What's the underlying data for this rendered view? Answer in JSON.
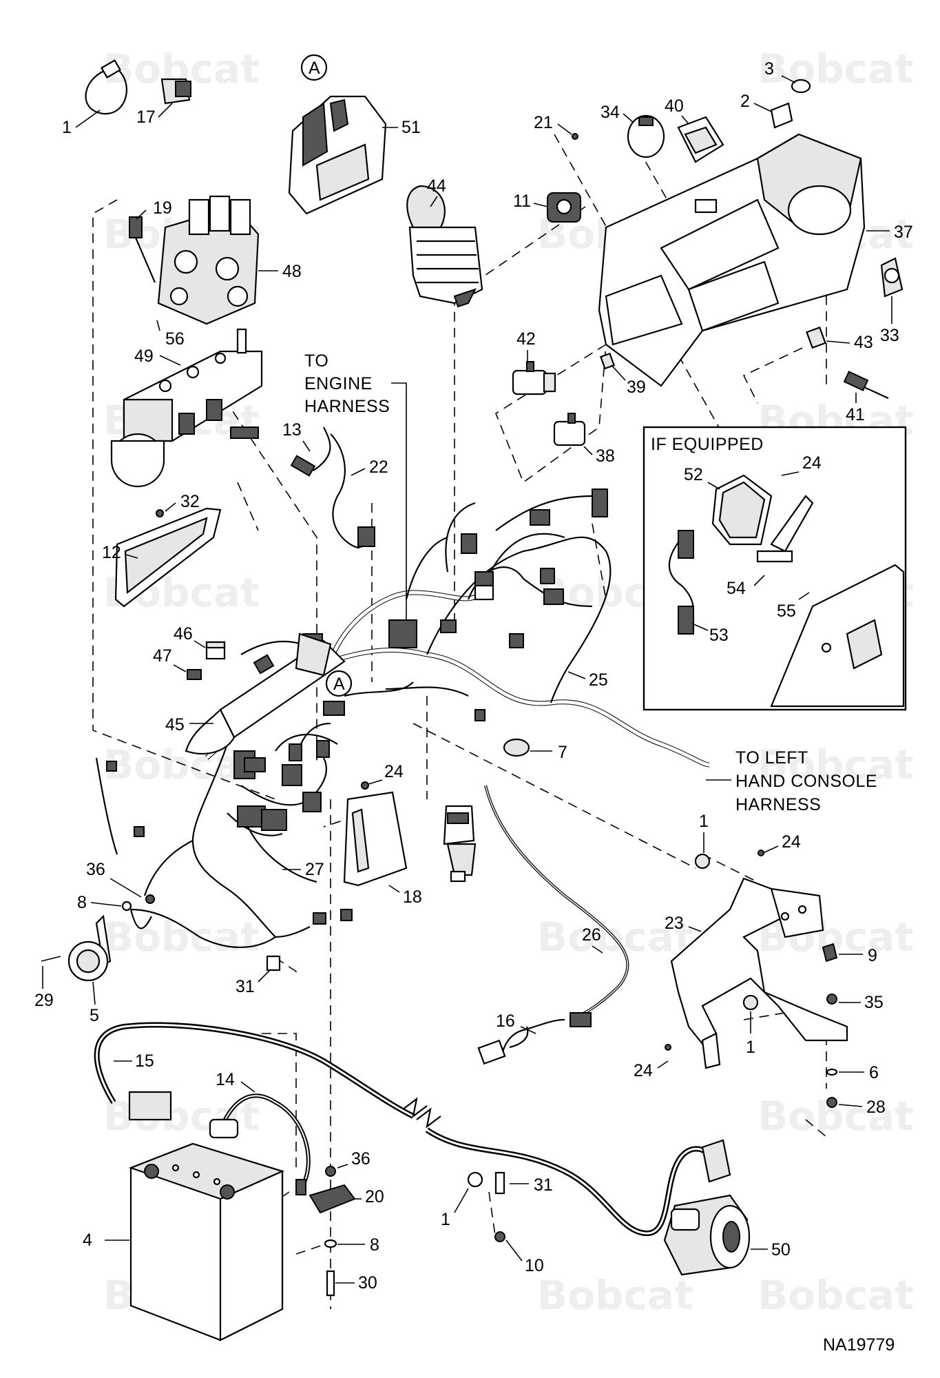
{
  "figure_id": "NA19779",
  "watermark": "Bobcat",
  "notes": {
    "engine_harness": [
      "TO",
      "ENGINE",
      "HARNESS"
    ],
    "left_console": [
      "TO LEFT",
      "HAND CONSOLE",
      "HARNESS"
    ],
    "if_equipped": "IF EQUIPPED",
    "ref_a": "A"
  },
  "callouts": [
    {
      "id": "c1a",
      "text": "1"
    },
    {
      "id": "c17",
      "text": "17"
    },
    {
      "id": "c51",
      "text": "51"
    },
    {
      "id": "c3",
      "text": "3"
    },
    {
      "id": "c2",
      "text": "2"
    },
    {
      "id": "c21",
      "text": "21"
    },
    {
      "id": "c34",
      "text": "34"
    },
    {
      "id": "c40",
      "text": "40"
    },
    {
      "id": "c44",
      "text": "44"
    },
    {
      "id": "c11",
      "text": "11"
    },
    {
      "id": "c37",
      "text": "37"
    },
    {
      "id": "c33",
      "text": "33"
    },
    {
      "id": "c19",
      "text": "19"
    },
    {
      "id": "c48",
      "text": "48"
    },
    {
      "id": "c56",
      "text": "56"
    },
    {
      "id": "c49",
      "text": "49"
    },
    {
      "id": "c42",
      "text": "42"
    },
    {
      "id": "c43",
      "text": "43"
    },
    {
      "id": "c39",
      "text": "39"
    },
    {
      "id": "c41",
      "text": "41"
    },
    {
      "id": "c13",
      "text": "13"
    },
    {
      "id": "c22",
      "text": "22"
    },
    {
      "id": "c38",
      "text": "38"
    },
    {
      "id": "c32",
      "text": "32"
    },
    {
      "id": "c12",
      "text": "12"
    },
    {
      "id": "c52",
      "text": "52"
    },
    {
      "id": "c24a",
      "text": "24"
    },
    {
      "id": "c54",
      "text": "54"
    },
    {
      "id": "c55",
      "text": "55"
    },
    {
      "id": "c53",
      "text": "53"
    },
    {
      "id": "c46",
      "text": "46"
    },
    {
      "id": "c47",
      "text": "47"
    },
    {
      "id": "c25",
      "text": "25"
    },
    {
      "id": "c45",
      "text": "45"
    },
    {
      "id": "c7",
      "text": "7"
    },
    {
      "id": "c24b",
      "text": "24"
    },
    {
      "id": "c1b",
      "text": "1"
    },
    {
      "id": "c24c",
      "text": "24"
    },
    {
      "id": "c27",
      "text": "27"
    },
    {
      "id": "c18",
      "text": "18"
    },
    {
      "id": "c36a",
      "text": "36"
    },
    {
      "id": "c8a",
      "text": "8"
    },
    {
      "id": "c23",
      "text": "23"
    },
    {
      "id": "c26",
      "text": "26"
    },
    {
      "id": "c9",
      "text": "9"
    },
    {
      "id": "c29",
      "text": "29"
    },
    {
      "id": "c5",
      "text": "5"
    },
    {
      "id": "c31a",
      "text": "31"
    },
    {
      "id": "c35",
      "text": "35"
    },
    {
      "id": "c16",
      "text": "16"
    },
    {
      "id": "c1c",
      "text": "1"
    },
    {
      "id": "c15",
      "text": "15"
    },
    {
      "id": "c24d",
      "text": "24"
    },
    {
      "id": "c6",
      "text": "6"
    },
    {
      "id": "c28",
      "text": "28"
    },
    {
      "id": "c14",
      "text": "14"
    },
    {
      "id": "c36b",
      "text": "36"
    },
    {
      "id": "c20",
      "text": "20"
    },
    {
      "id": "c1d",
      "text": "1"
    },
    {
      "id": "c31b",
      "text": "31"
    },
    {
      "id": "c4",
      "text": "4"
    },
    {
      "id": "c8b",
      "text": "8"
    },
    {
      "id": "c10",
      "text": "10"
    },
    {
      "id": "c50",
      "text": "50"
    },
    {
      "id": "c30",
      "text": "30"
    }
  ]
}
